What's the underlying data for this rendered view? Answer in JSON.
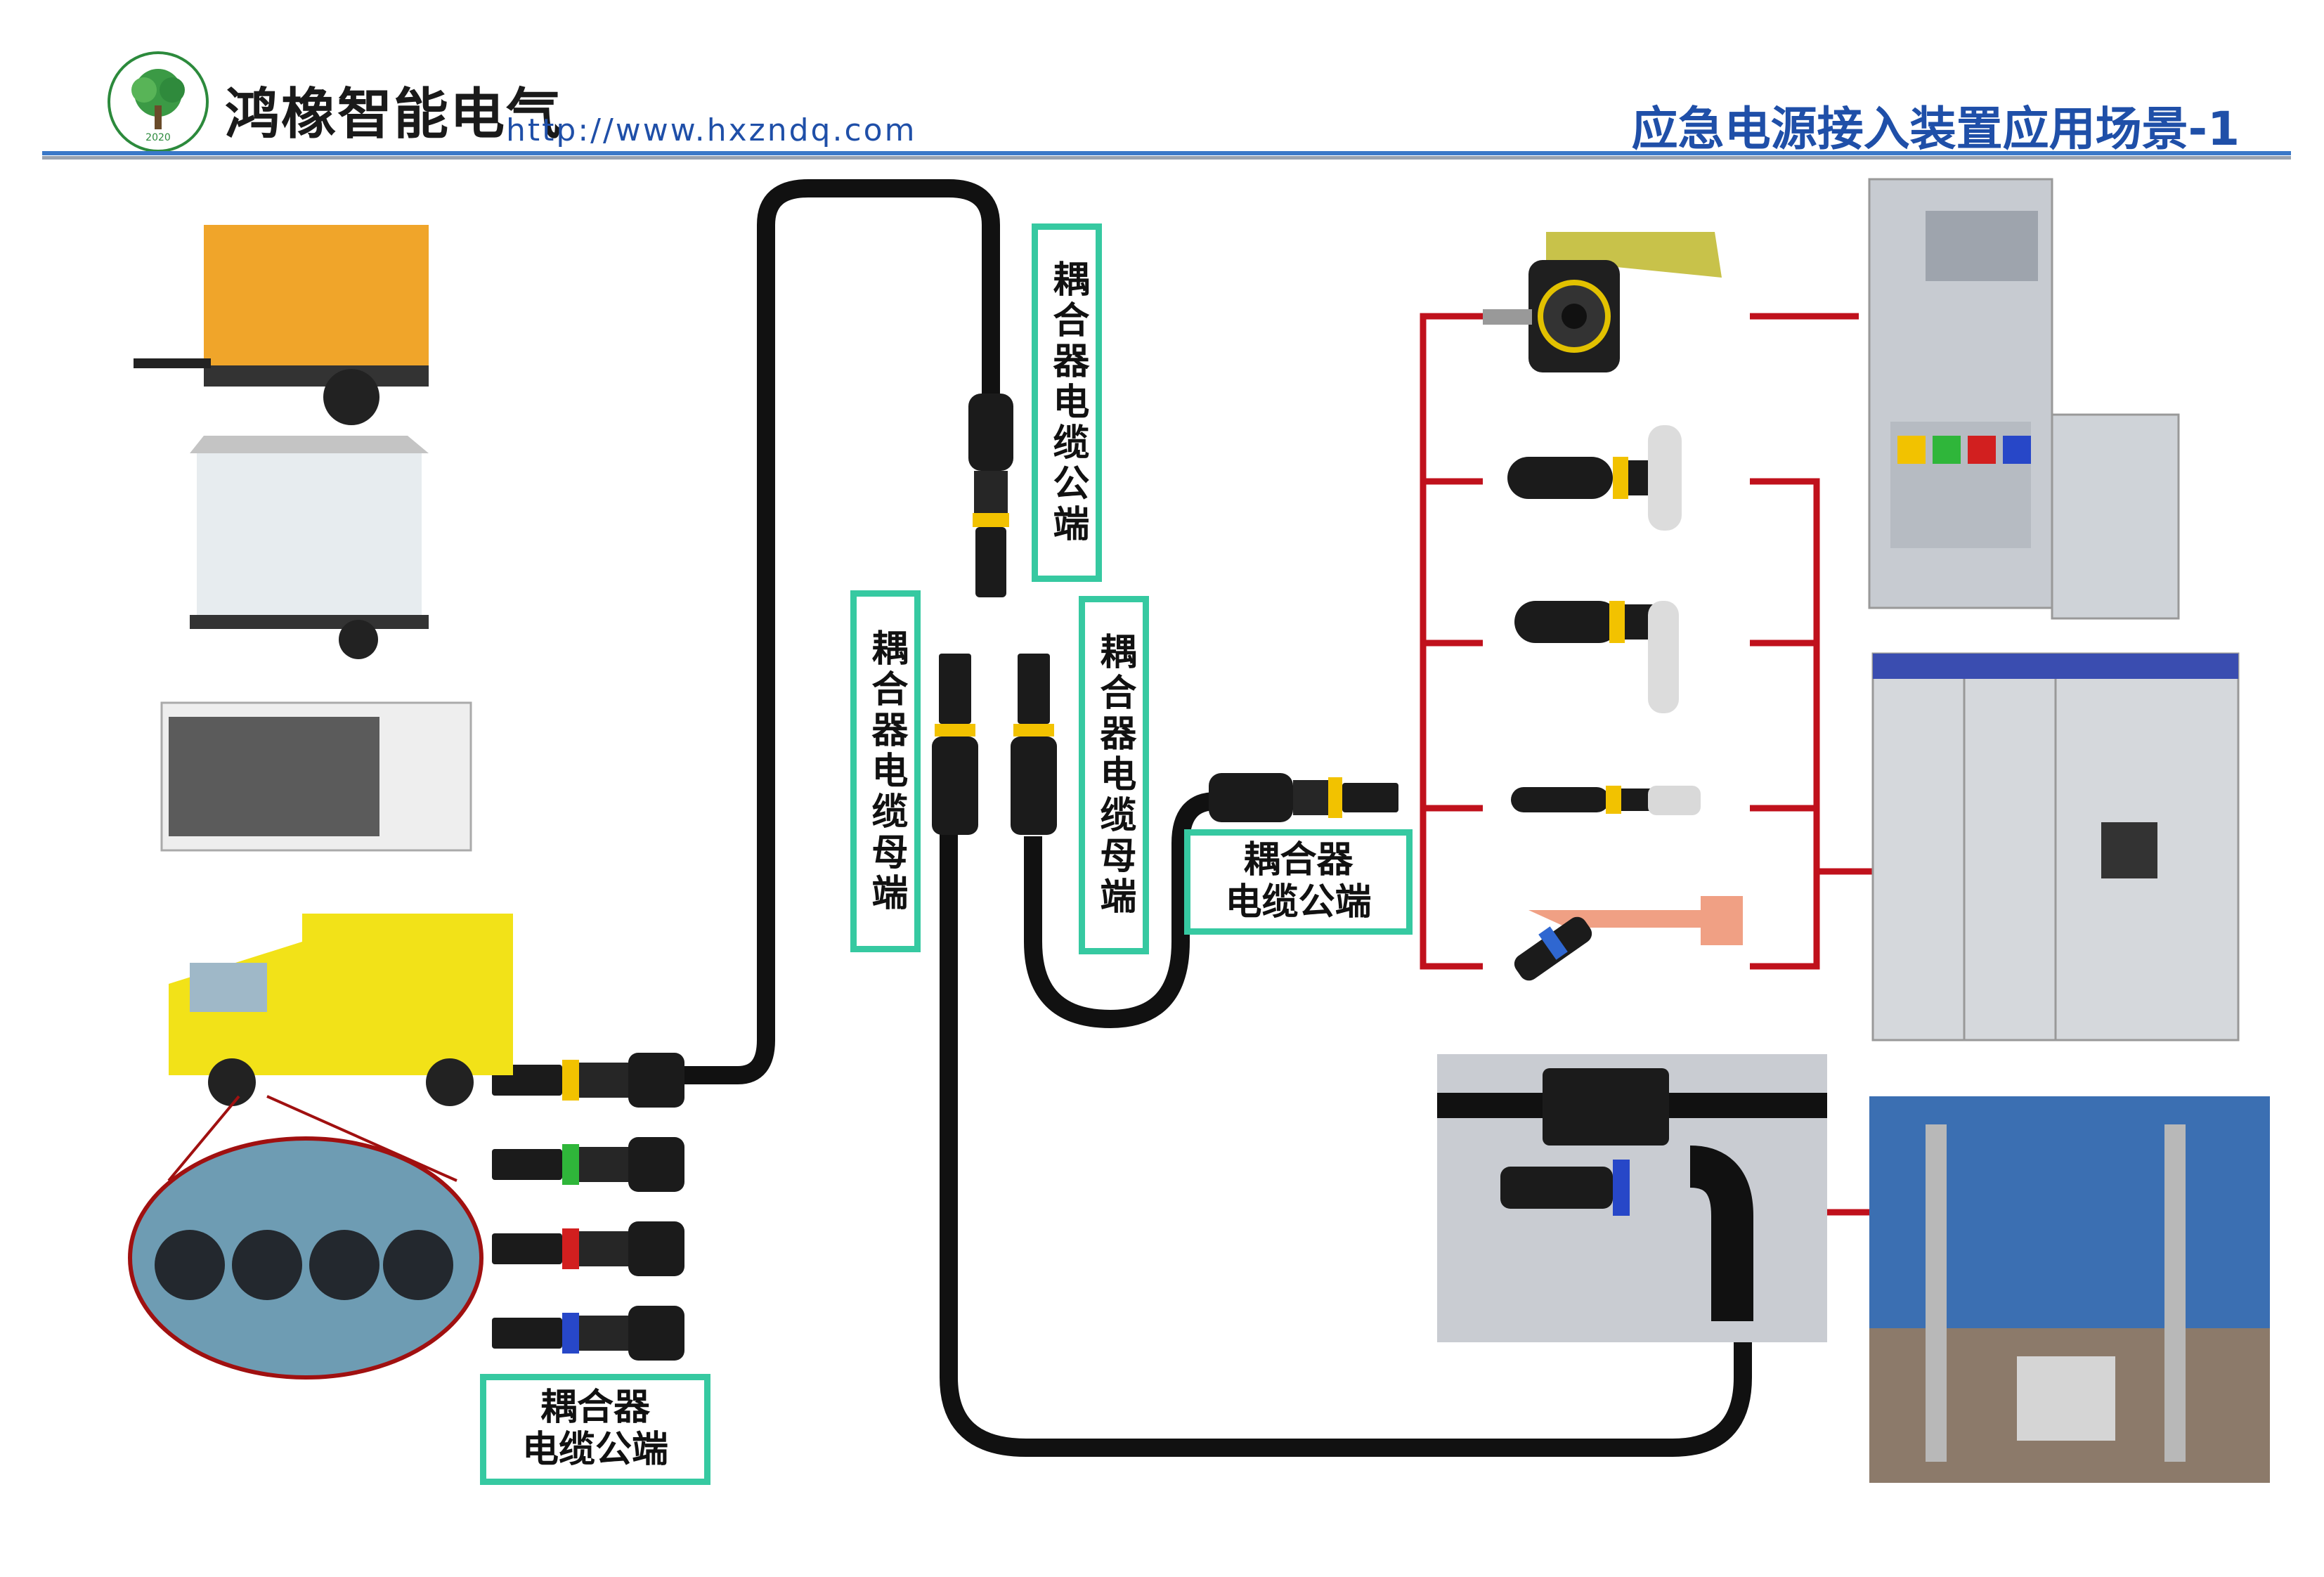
{
  "header": {
    "brand_name": "鸿橡智能电气",
    "logo_year": "2020",
    "url": "http://www.hxzndq.com",
    "page_title": "应急电源接入装置应用场景-1"
  },
  "labels": {
    "top_male": "耦合器电缆公端",
    "female_left": "耦合器电缆母端",
    "female_right": "耦合器电缆母端",
    "mid_male": [
      "耦合器",
      "电缆公端"
    ],
    "bottom_male": [
      "耦合器",
      "电缆公端"
    ]
  },
  "colors": {
    "accent_label_border": "#36c9a1",
    "link_red": "#c0111c",
    "cable": "#111111",
    "title_blue": "#1f4fa8",
    "ring_yellow": "#f2c200",
    "ring_green": "#2fb63a",
    "ring_red": "#d21f1f",
    "ring_blue": "#2747c8"
  }
}
